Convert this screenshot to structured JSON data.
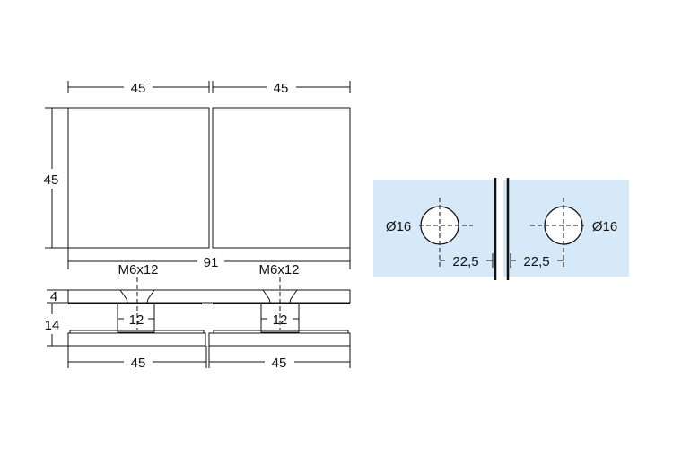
{
  "top_view": {
    "width_left": "45",
    "width_right": "45",
    "height": "45",
    "total_width": "91"
  },
  "side_view": {
    "thread_left": "M6x12",
    "thread_right": "M6x12",
    "plate_thickness": "4",
    "gap": "14",
    "stud_left": "12",
    "stud_right": "12",
    "width_left": "45",
    "width_right": "45"
  },
  "hole_detail": {
    "diameter_left": "Ø16",
    "diameter_right": "Ø16",
    "offset_left": "22,5",
    "offset_right": "22,5",
    "panel_color": "#d6e9f8"
  }
}
